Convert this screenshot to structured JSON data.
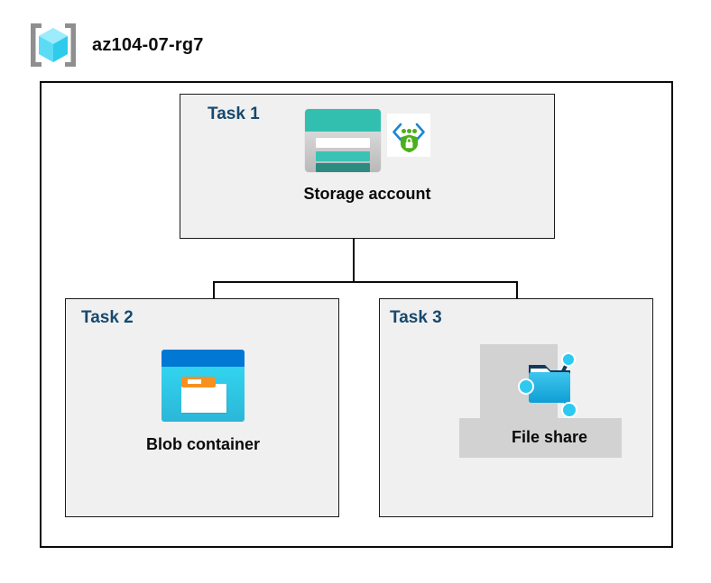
{
  "header": {
    "icon": "resource-group-icon",
    "title": "az104-07-rg7"
  },
  "diagram": {
    "type": "azure-architecture",
    "container_label": "resource-group-boundary",
    "tasks": [
      {
        "id": "task1",
        "label": "Task 1",
        "node_caption": "Storage account",
        "icons": [
          "storage-account-icon",
          "secure-endpoint-shield-icon"
        ],
        "highlighted": false
      },
      {
        "id": "task2",
        "label": "Task 2",
        "node_caption": "Blob container",
        "icons": [
          "blob-container-icon"
        ],
        "highlighted": false
      },
      {
        "id": "task3",
        "label": "Task 3",
        "node_caption": "File share",
        "icons": [
          "file-share-icon"
        ],
        "highlighted": true
      }
    ],
    "connections": [
      {
        "from": "task1",
        "to": "task2"
      },
      {
        "from": "task1",
        "to": "task3"
      }
    ]
  },
  "colors": {
    "task_label": "#17496d",
    "caption": "#0a0a0a",
    "box_fill": "#f0f0f0",
    "box_border": "#1a1a1a",
    "frame_border": "#0a0a0a",
    "frame_fill": "#ffffff",
    "page_background": "#ffffff",
    "connector": "#0a0a0a",
    "highlight": "#d2d2d2",
    "storage_teal": "#32bfb0",
    "storage_teal_dark": "#2b8b80",
    "blob_blue": "#0078d4",
    "blob_cyan": "#32d4f0",
    "blob_orange": "#f7901e",
    "shield_green": "#4caf18",
    "chevron_blue": "#1b86d4",
    "fileshare_blue": "#2eaadc",
    "cube_cyan": "#4fd9f5",
    "bracket_gray": "#8f8f8f"
  }
}
